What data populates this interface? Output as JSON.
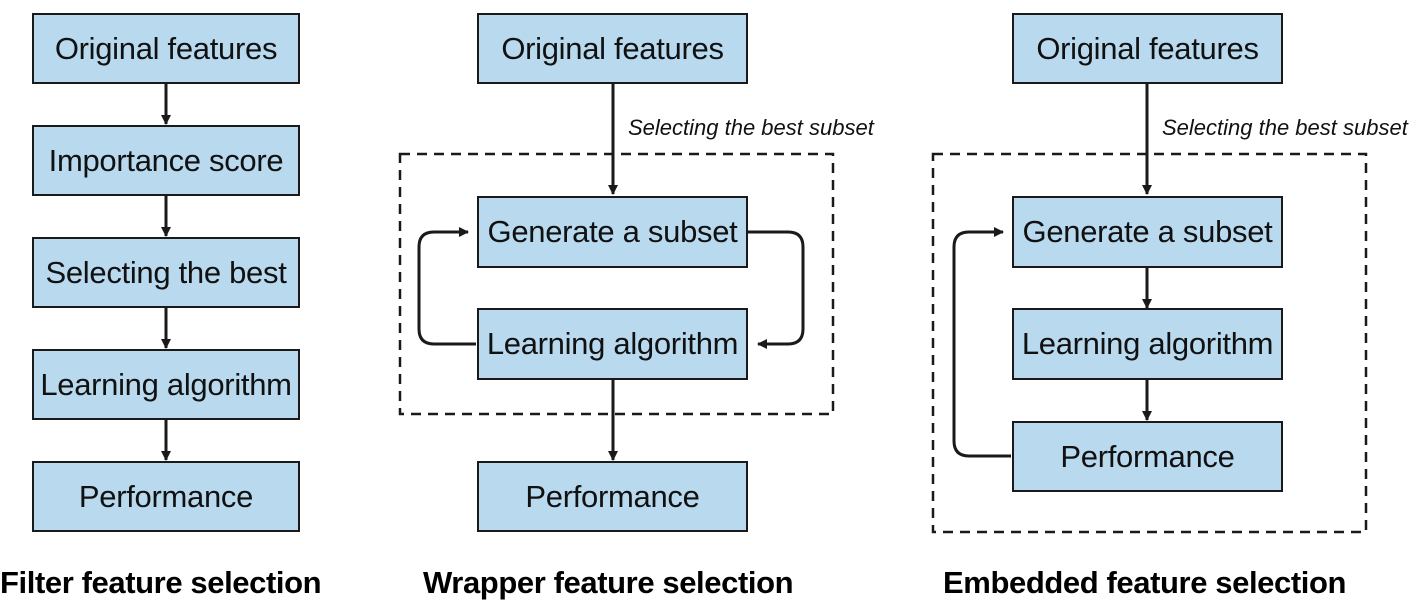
{
  "colors": {
    "box_fill": "#b8d9ee",
    "stroke": "#1a1a1a",
    "background": "#ffffff"
  },
  "filter": {
    "steps": [
      "Original features",
      "Importance score",
      "Selecting the best",
      "Learning algorithm",
      "Performance"
    ],
    "caption": "Filter feature selection"
  },
  "wrapper": {
    "input": "Original features",
    "annotation": "Selecting the best subset",
    "loop_top": "Generate a subset",
    "loop_bottom": "Learning algorithm",
    "output": "Performance",
    "caption": "Wrapper feature selection"
  },
  "embedded": {
    "input": "Original features",
    "annotation": "Selecting the best subset",
    "step1": "Generate a subset",
    "step2": "Learning algorithm",
    "step3": "Performance",
    "caption": "Embedded feature selection"
  }
}
